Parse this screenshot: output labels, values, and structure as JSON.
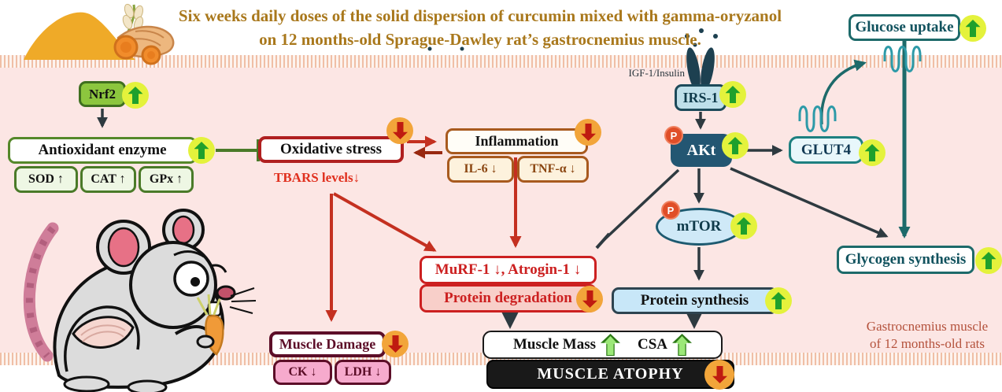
{
  "title": {
    "line1": "Six weeks daily doses of the solid dispersion of curcumin mixed with gamma-oryzanol",
    "line2": "on 12 months-old Sprague-Dawley rat’s gastrocnemius muscle."
  },
  "pathway": {
    "nrf2": "Nrf2",
    "antioxidant_enzyme": "Antioxidant enzyme",
    "sod": "SOD ↑",
    "cat": "CAT ↑",
    "gpx": "GPx ↑",
    "oxidative_stress": "Oxidative stress",
    "tbars": "TBARS levels↓",
    "inflammation": "Inflammation",
    "il6": "IL-6 ↓",
    "tnf_alpha": "TNF-α ↓",
    "murf_atrogin": "MuRF-1 ↓, Atrogin-1 ↓",
    "protein_degradation": "Protein degradation",
    "muscle_damage": "Muscle Damage",
    "ck": "CK ↓",
    "ldh": "LDH ↓",
    "muscle_mass": "Muscle Mass",
    "csa": "CSA",
    "muscle_atrophy": "MUSCLE ATOPHY",
    "igf1_insulin": "IGF-1/Insulin",
    "irs1": "IRS-1",
    "akt": "AKt",
    "phospho": "P",
    "mtor": "mTOR",
    "glut4": "GLUT4",
    "glucose_uptake": "Glucose uptake",
    "glycogen_synthesis": "Glycogen synthesis",
    "protein_synthesis": "Protein synthesis"
  },
  "caption": {
    "line1": "Gastrocnemius muscle",
    "line2": "of 12 months-old rats"
  },
  "colors": {
    "increase_badge_bg": "#e4f23c",
    "increase_arrow": "#1fa02c",
    "decrease_badge_bg": "#f2a53a",
    "decrease_arrow": "#bf1b10",
    "phospho_badge": "#e04e28",
    "title_text": "#a9781c",
    "cell_background": "#fce6e4",
    "membrane_stripe": "#f0bfa6",
    "teal_pathway": "#1d6a6a",
    "red_pathway": "#c43020",
    "green_pathway": "#4a7a28"
  }
}
